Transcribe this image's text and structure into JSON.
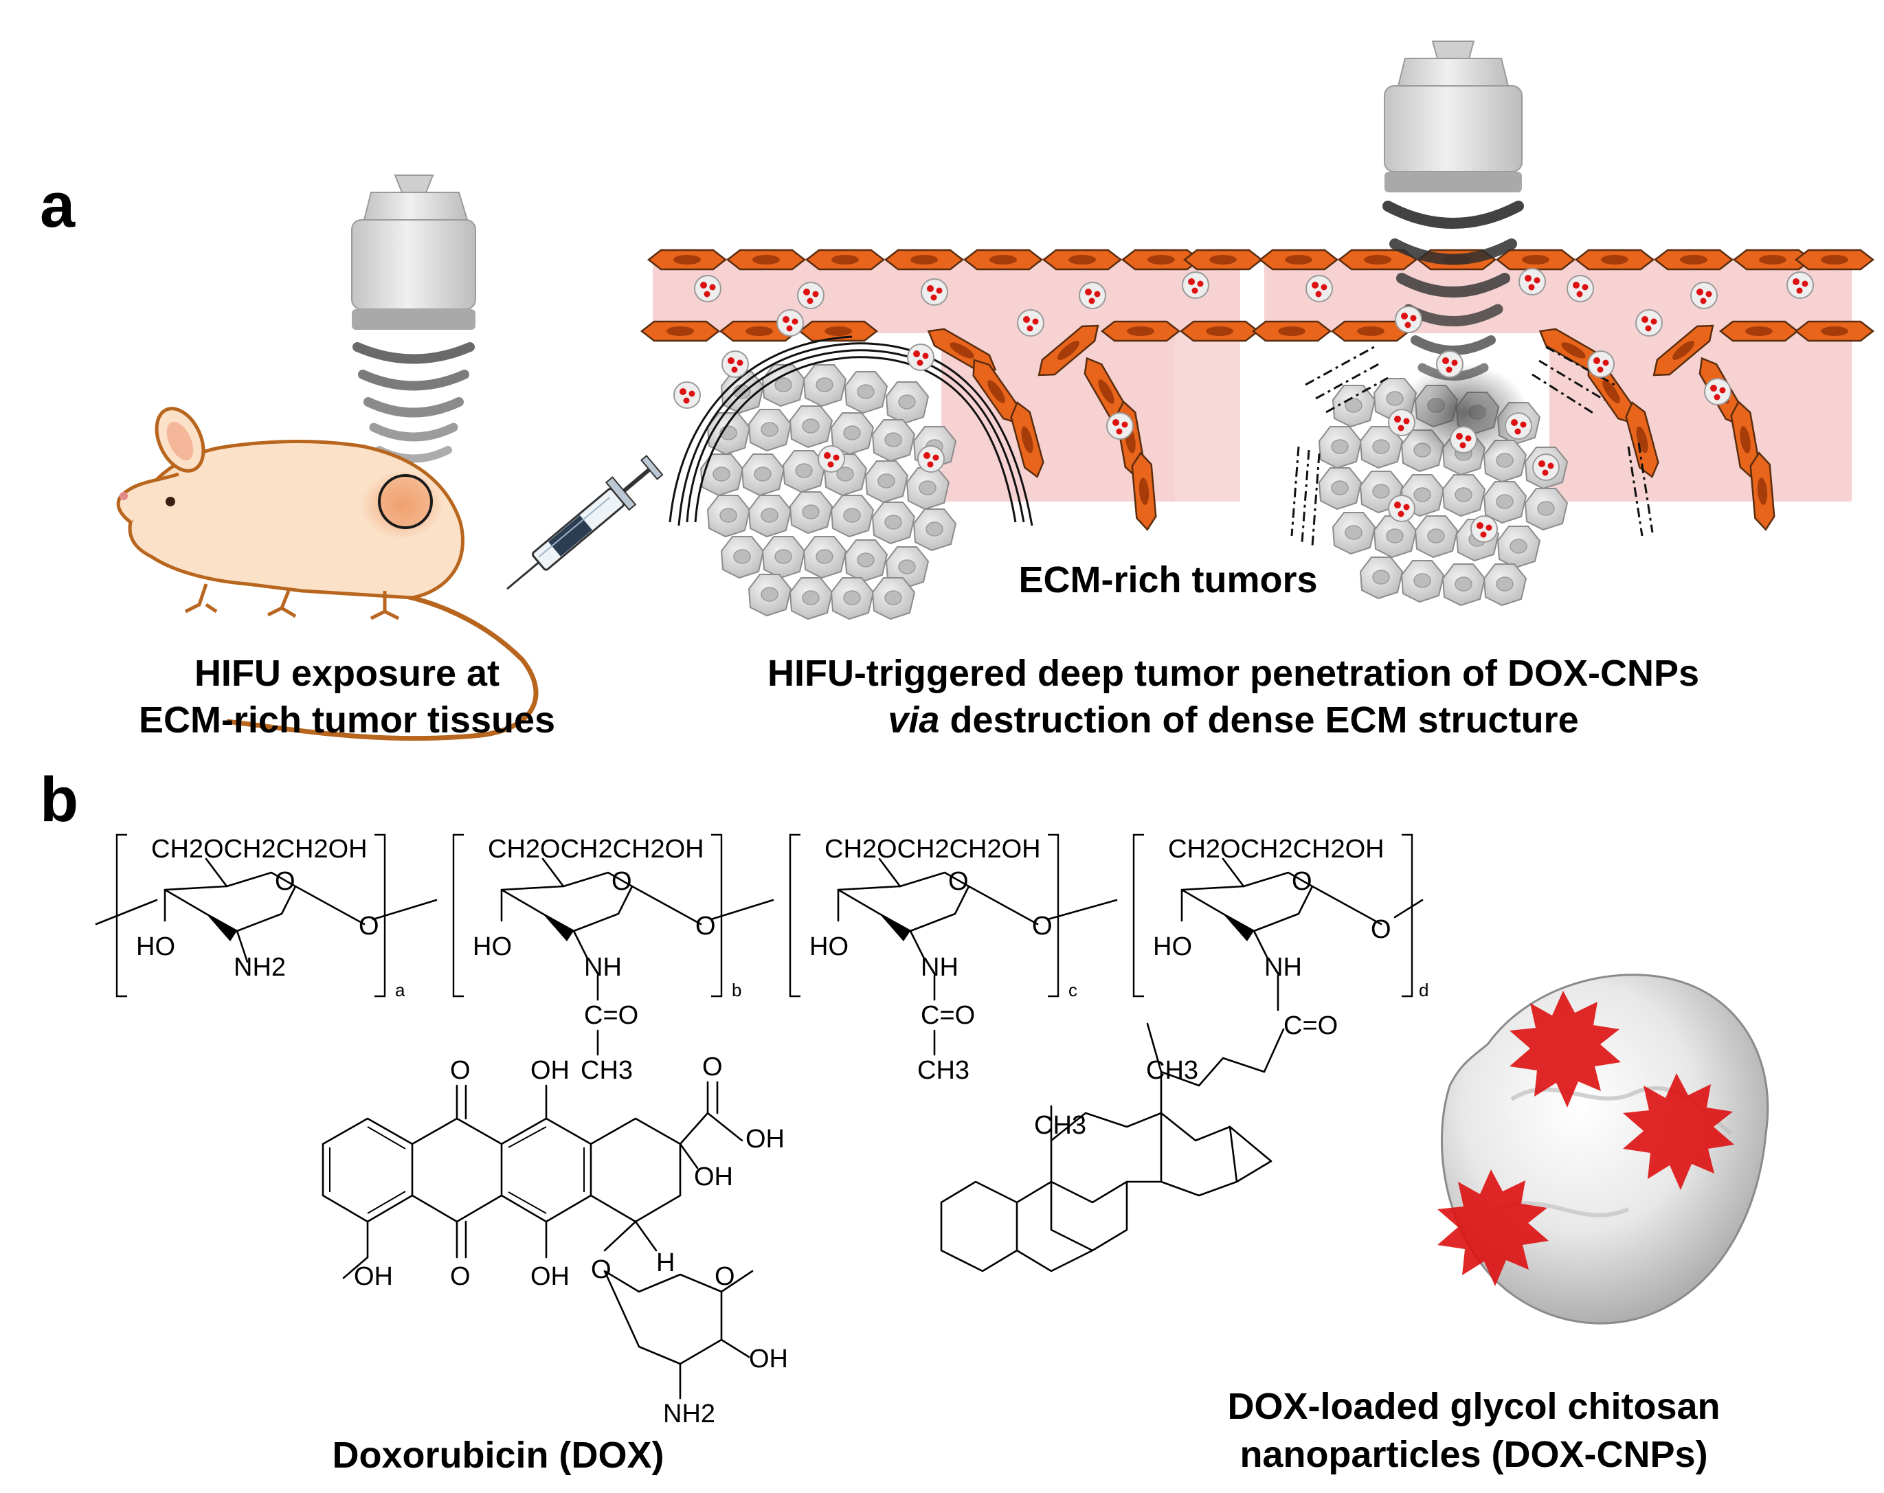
{
  "panels": {
    "a": {
      "letter": "a",
      "caption_left": [
        "HIFU exposure at",
        "ECM-rich tumor tissues"
      ],
      "tumor_label": "ECM-rich tumors",
      "caption_right": {
        "line1": "HIFU-triggered deep tumor penetration of DOX-CNPs",
        "line2_italic": "via",
        "line2_rest": " destruction of dense ECM structure"
      }
    },
    "b": {
      "letter": "b",
      "polymer": {
        "side_chain": "CH2OCH2CH2OH",
        "units": [
          {
            "subscript": "a",
            "substituent": "NH2"
          },
          {
            "subscript": "b",
            "substituent": "NH",
            "acyl": [
              "C=O",
              "CH3"
            ]
          },
          {
            "subscript": "c",
            "substituent": "NH",
            "acyl": [
              "C=O",
              "CH3"
            ]
          },
          {
            "subscript": "d",
            "substituent": "NH",
            "acyl": [
              "C=O"
            ]
          }
        ],
        "ring_oxygen": "O",
        "ring_hydroxyl": "HO",
        "steroid_methyls": [
          "CH3",
          "CH3"
        ]
      },
      "dox_label": "Doxorubicin (DOX)",
      "dox_atoms": [
        "O",
        "OH",
        "O",
        "OH",
        "OH",
        "OH",
        "O",
        "OH",
        "H",
        "O",
        "O",
        "O",
        "OH",
        "NH2"
      ],
      "nanoparticle_label": [
        "DOX-loaded glycol chitosan",
        "nanoparticles (DOX-CNPs)"
      ]
    }
  },
  "colors": {
    "tissue": "#f6d2d2",
    "endothelial_cell": "#e8651b",
    "endothelial_outline": "#5a2d10",
    "tumor_cell": "#cfcfcf",
    "drug": "#dd1111",
    "mouse_body": "#fbe1c8",
    "mouse_outline": "#b8651e",
    "transducer": "#d9d9d9"
  }
}
